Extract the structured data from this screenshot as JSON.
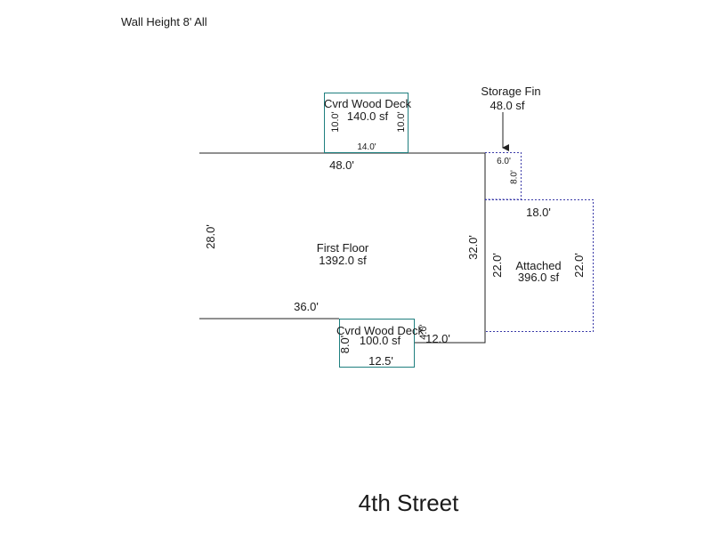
{
  "wall_height": "Wall Height 8' All",
  "street": "4th Street",
  "colors": {
    "floor": "#222222",
    "deck": "#1f7f7f",
    "attached": "#3a3aa8"
  },
  "areas": {
    "first_floor": {
      "name": "First Floor",
      "area": "1392.0 sf",
      "dims": {
        "top": "48.0'",
        "left": "28.0'",
        "right": "32.0'",
        "bottom": "36.0'",
        "bottom_right": "12.0'"
      }
    },
    "deck_top": {
      "name": "Cvrd Wood Deck",
      "area": "140.0 sf",
      "dims": {
        "left": "10.0'",
        "right": "10.0'",
        "bottom": "14.0'"
      }
    },
    "deck_bottom": {
      "name": "Cvrd Wood Deck",
      "area": "100.0 sf",
      "dims": {
        "left": "8.0'",
        "right": "4.0'",
        "bottom": "12.5'"
      }
    },
    "storage": {
      "name": "Storage Fin",
      "area": "48.0 sf",
      "dims": {
        "top": "6.0'",
        "right": "8.0'"
      }
    },
    "attached": {
      "name": "Attached",
      "area": "396.0 sf",
      "dims": {
        "top": "18.0'",
        "left": "22.0'",
        "right": "22.0'"
      }
    }
  }
}
